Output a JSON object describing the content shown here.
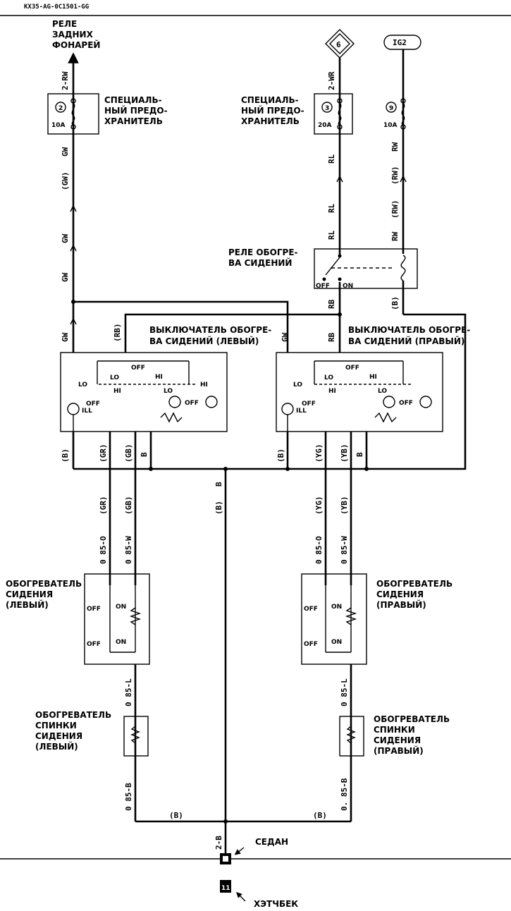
{
  "header_code": "KX35-AG-0C1501-GG",
  "connectors": {
    "diamond_6": "6",
    "ig2": "IG2"
  },
  "top_left_label": [
    "РЕЛЕ",
    "ЗАДНИХ",
    "ФОНАРЕЙ"
  ],
  "fuses": {
    "left": {
      "num": "2",
      "rating": "10A",
      "label": [
        "СПЕЦИАЛЬ-",
        "НЫЙ ПРЕДО-",
        "ХРАНИТЕЛЬ"
      ]
    },
    "middle": {
      "num": "3",
      "rating": "20A",
      "label": [
        "СПЕЦИАЛЬ-",
        "НЫЙ ПРЕДО-",
        "ХРАНИТЕЛЬ"
      ]
    },
    "right": {
      "num": "9",
      "rating": "10A"
    }
  },
  "relay": {
    "label": [
      "РЕЛЕ ОБОГРЕ-",
      "ВА СИДЕНИЙ"
    ],
    "off": "OFF",
    "on": "ON"
  },
  "switch_left": {
    "label": [
      "ВЫКЛЮЧАТЕЛЬ ОБОГРЕ-",
      "ВА СИДЕНИЙ (ЛЕВЫЙ)"
    ]
  },
  "switch_right": {
    "label": [
      "ВЫКЛЮЧАТЕЛЬ ОБОГРЕ-",
      "ВА СИДЕНИЙ (ПРАВЫЙ)"
    ]
  },
  "switch_terms": {
    "lo": "LO",
    "off": "OFF",
    "hi": "HI",
    "ill": "ILL"
  },
  "wires": {
    "c_2rw": "2-RW",
    "c_gw": "GW",
    "c_gw_p": "(GW)",
    "c_2wr": "2-WR",
    "c_rl": "RL",
    "c_rw": "RW",
    "c_rw_p": "(RW)",
    "c_rb": "RB",
    "c_rb_p": "(RB)",
    "c_b": "B",
    "c_b_p": "(B)",
    "c_gr_p": "(GR)",
    "c_gb_p": "(GB)",
    "c_yg_p": "(YG)",
    "c_yb_p": "(YB)",
    "c_085o": "0 85-O",
    "c_085w": "0 85-W",
    "c_085l": "0 85-L",
    "c_085b": "0 85-B",
    "c_085b2": "0. 85-B",
    "c_2b": "2-B"
  },
  "heater_seat_left": [
    "ОБОГРЕВАТЕЛЬ",
    "СИДЕНИЯ",
    "(ЛЕВЫЙ)"
  ],
  "heater_seat_right": [
    "ОБОГРЕВАТЕЛЬ",
    "СИДЕНИЯ",
    "(ПРАВЫЙ)"
  ],
  "heater_back_left": [
    "ОБОГРЕВАТЕЛЬ",
    "СПИНКИ",
    "СИДЕНИЯ",
    "(ЛЕВЫЙ)"
  ],
  "heater_back_right": [
    "ОБОГРЕВАТЕЛЬ",
    "СПИНКИ",
    "СИДЕНИЯ",
    "(ПРАВЫЙ)"
  ],
  "thermo": {
    "off": "OFF",
    "on": "ON"
  },
  "ground": {
    "sedan": "СЕДАН",
    "hatch": "ХЭТЧБЕК",
    "num": "11"
  }
}
